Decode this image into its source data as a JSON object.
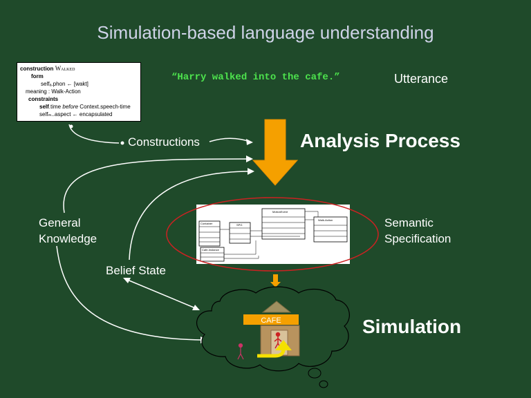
{
  "title": "Simulation-based language understanding",
  "construction_box": {
    "line1_kw": "construction",
    "line1_name": "Walked",
    "line2": "form",
    "line3": "selfₐ.phon ← [wakt]",
    "line4": "meaning : Walk-Action",
    "line5": "constraints",
    "line6_a": "self",
    "line6_b": ".time",
    "line6_c": "before",
    "line6_d": "Context.speech-time",
    "line7": "selfₘ..aspect ← encapsulated"
  },
  "utterance": {
    "text": "“Harry walked into the cafe.”",
    "label": "Utterance"
  },
  "labels": {
    "constructions": "Constructions",
    "analysis_process": "Analysis Process",
    "general_knowledge_1": "General",
    "general_knowledge_2": "Knowledge",
    "semantic_spec_1": "Semantic",
    "semantic_spec_2": "Specification",
    "belief_state": "Belief State",
    "simulation": "Simulation",
    "cafe_sign": "CAFE"
  },
  "semspec_diagram": {
    "motion_event": "MotionEvent",
    "walk_action": "Walk-Action",
    "container": "Container",
    "spg": "SPG",
    "cafe_instance": "Cafe-Instance"
  },
  "colors": {
    "background": "#1f4a2a",
    "title": "#cfd3e8",
    "utterance": "#4de34d",
    "arrow": "#f5a000",
    "ellipse": "#cc2222",
    "cafe_sign": "#f5a000"
  }
}
